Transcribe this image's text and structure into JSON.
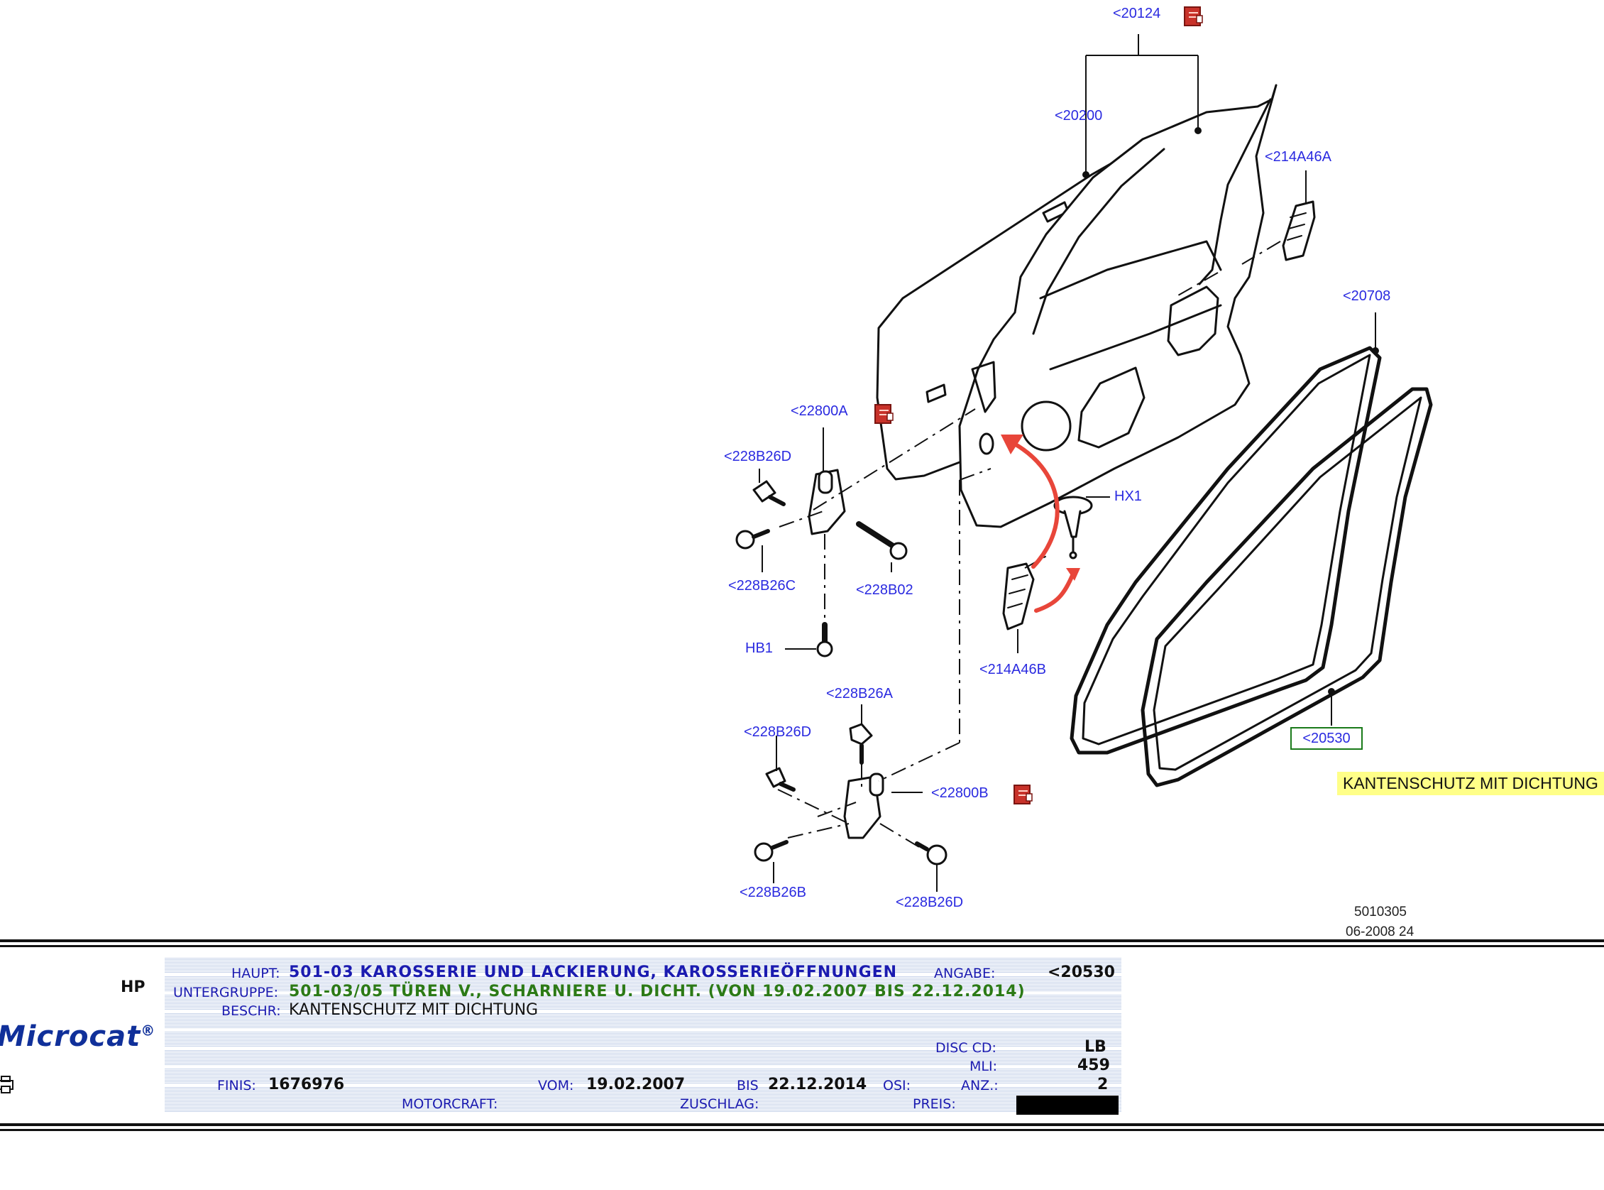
{
  "diagram": {
    "callouts": {
      "c20124": "<20124",
      "c20200": "<20200",
      "c214A46A": "<214A46A",
      "c20708": "<20708",
      "c22800A": "<22800A",
      "c228B26D_1": "<228B26D",
      "HX1": "HX1",
      "c228B26C": "<228B26C",
      "c228B02": "<228B02",
      "HB1": "HB1",
      "c214A46B": "<214A46B",
      "c228B26A": "<228B26A",
      "c228B26D_2": "<228B26D",
      "c22800B": "<22800B",
      "c20530": "<20530",
      "c228B26B": "<228B26B",
      "c228B26D_3": "<228B26D"
    },
    "tooltip": "KANTENSCHUTZ MIT DICHTUNG",
    "stamp_number": "5010305",
    "stamp_date": "06-2008 24",
    "highlight_color": "#1a7a1a",
    "callout_color": "#2a2ae0",
    "arrow_color": "#e8463a"
  },
  "panel": {
    "hp": "HP",
    "logo": "Microcat",
    "logo_mark": "®",
    "haupt_label": "HAUPT:",
    "haupt_value": "501-03  KAROSSERIE UND LACKIERUNG, KAROSSERIEÖFFNUNGEN",
    "untergruppe_label": "UNTERGRUPPE:",
    "untergruppe_value": "501-03/05  TÜREN V., SCHARNIERE U. DICHT. (VON 19.02.2007 BIS 22.12.2014)",
    "beschr_label": "BESCHR:",
    "beschr_value": "KANTENSCHUTZ MIT DICHTUNG",
    "angabe_label": "ANGABE:",
    "angabe_value": "<20530",
    "disc_label": "DISC CD:",
    "disc_value": "LB",
    "mli_label": "MLI:",
    "mli_value": "459",
    "finis_label": "FINIS:",
    "finis_value": "1676976",
    "vom_label": "VOM:",
    "vom_value": "19.02.2007",
    "bis_label": "BIS",
    "bis_value": "22.12.2014",
    "osi_label": "OSI:",
    "anz_label": "ANZ.:",
    "anz_value": "2",
    "motorcraft_label": "MOTORCRAFT:",
    "zuschlag_label": "ZUSCHLAG:",
    "preis_label": "PREIS:"
  }
}
